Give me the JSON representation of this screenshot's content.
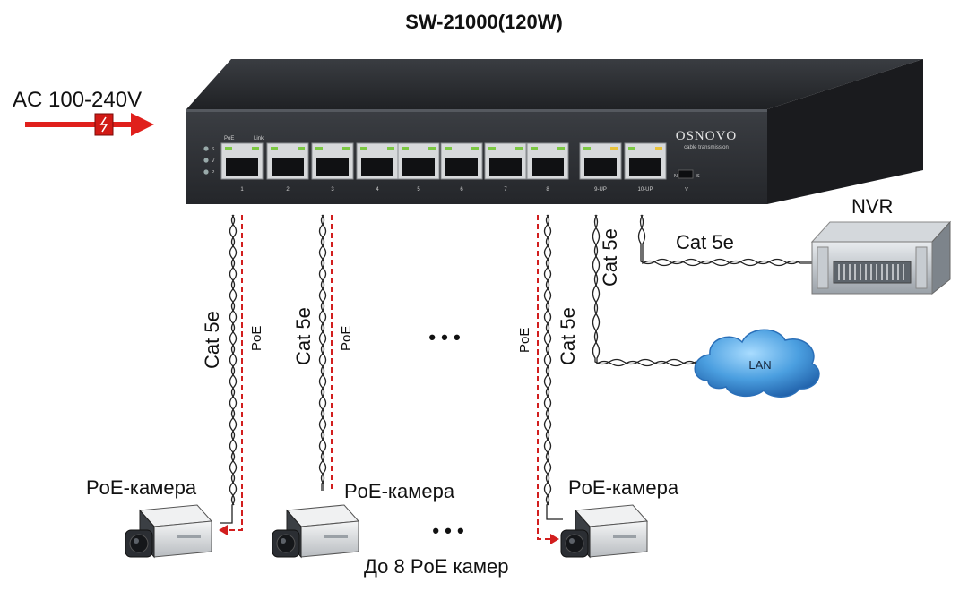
{
  "title": "SW-21000(120W)",
  "power": {
    "label": "AC 100-240V"
  },
  "switch": {
    "brand": "OSNOVO",
    "tagline": "cable transmission",
    "led_header_poe": "PoE",
    "led_header_link": "Link",
    "status_leds": [
      "S",
      "V",
      "P"
    ],
    "port_numbers": [
      "1",
      "2",
      "3",
      "4",
      "5",
      "6",
      "7",
      "8"
    ],
    "uplink_ports": [
      "9-UP",
      "10-UP"
    ],
    "switch_labels": [
      "N",
      "S",
      "V"
    ]
  },
  "cables": {
    "cable_label": "Cat 5e",
    "poe_label": "PoE",
    "ellipsis": "• • •"
  },
  "devices": {
    "nvr_label": "NVR",
    "lan_label": "LAN",
    "camera_label": "PoE-камера"
  },
  "footer": {
    "note": "До 8 PoE камер"
  },
  "colors": {
    "poe_line": "#d21e1e",
    "arrow": "#e0201c",
    "switch_body": "#2d2f33",
    "lan_cloud": "#3e8fd6"
  }
}
